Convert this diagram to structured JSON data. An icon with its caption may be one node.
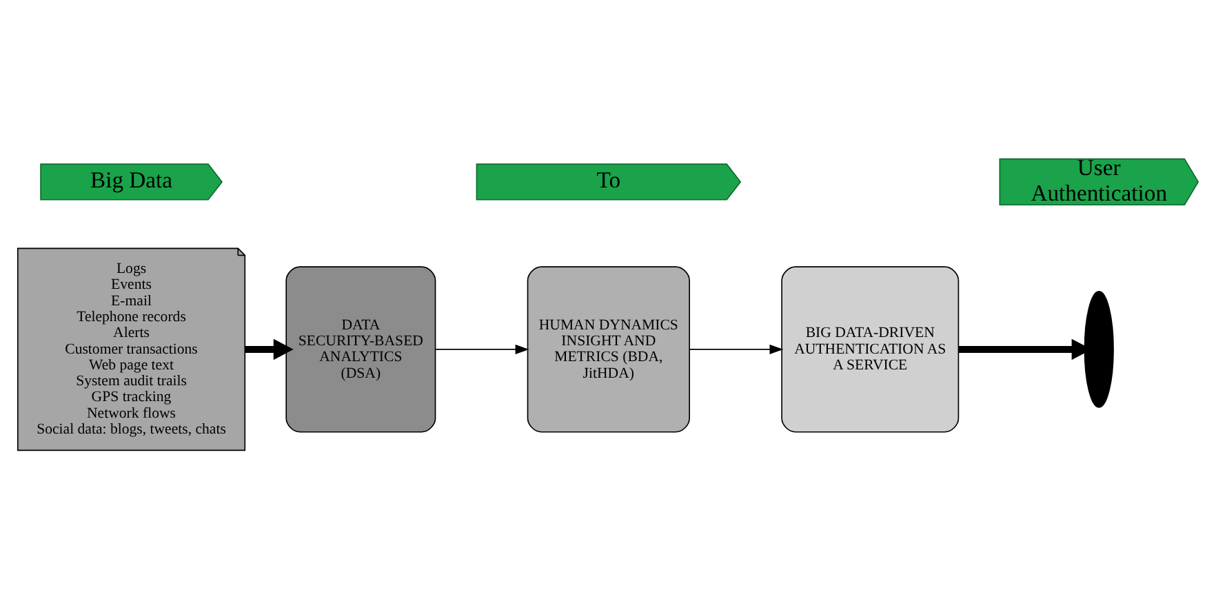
{
  "diagram": {
    "nodes": [
      {
        "text": [
          "Logs",
          "Events",
          "E-mail",
          "Telephone records",
          "Alerts",
          "Customer transactions",
          "Web page text",
          "System audit trails",
          "GPS tracking",
          "Network flows",
          "Social data: blogs, tweets, chats"
        ]
      },
      {
        "text": [
          "DATA SECURITY-BASED ANALYTICS (DSA)"
        ]
      },
      {
        "text": [
          "HUMAN DYNAMICS INSIGHT AND METRICS (BDA, JitHDA)"
        ]
      },
      {
        "text": [
          "BIG DATA-DRIVEN AUTHENTICATION AS A SERVICE"
        ]
      },
      {
        "text": [],
        "shape": "person"
      },
      {
        "text": [
          "Big Data"
        ]
      },
      {
        "text": [
          "To"
        ]
      },
      {
        "text": [
          "User Authentication"
        ]
      }
    ],
    "edges": [
      {
        "from": 0,
        "to": 1,
        "arrow": "to",
        "style": "thick"
      },
      {
        "from": 1,
        "to": 2,
        "arrow": "to"
      },
      {
        "from": 2,
        "to": 3,
        "arrow": "to"
      },
      {
        "from": 3,
        "to": 4,
        "arrow": "to",
        "style": "thick"
      }
    ]
  }
}
